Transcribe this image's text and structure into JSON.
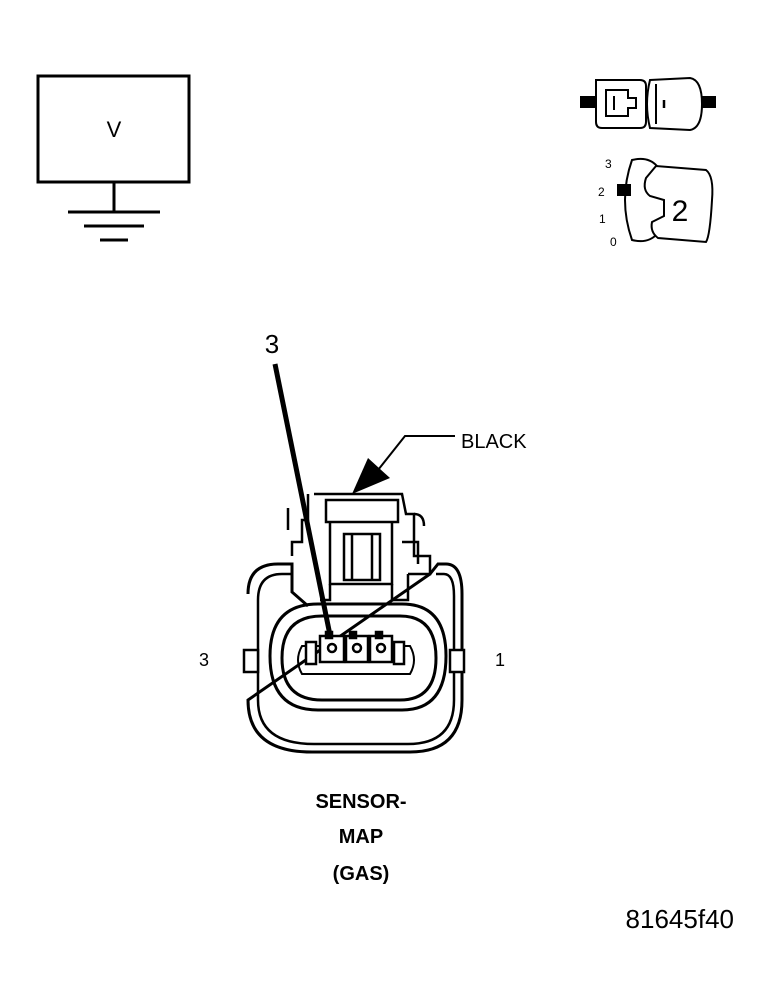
{
  "voltmeter": {
    "label": "V"
  },
  "connector_icon": {
    "position_scale": [
      "3",
      "2",
      "1",
      "0"
    ],
    "position_value": "2"
  },
  "callouts": {
    "pin_callout": "3",
    "color_label": "BLACK"
  },
  "connector": {
    "left_pin_label": "3",
    "right_pin_label": "1"
  },
  "caption": {
    "line1": "SENSOR-",
    "line2": "MAP",
    "line3": "(GAS)"
  },
  "figure_id": "81645f40"
}
